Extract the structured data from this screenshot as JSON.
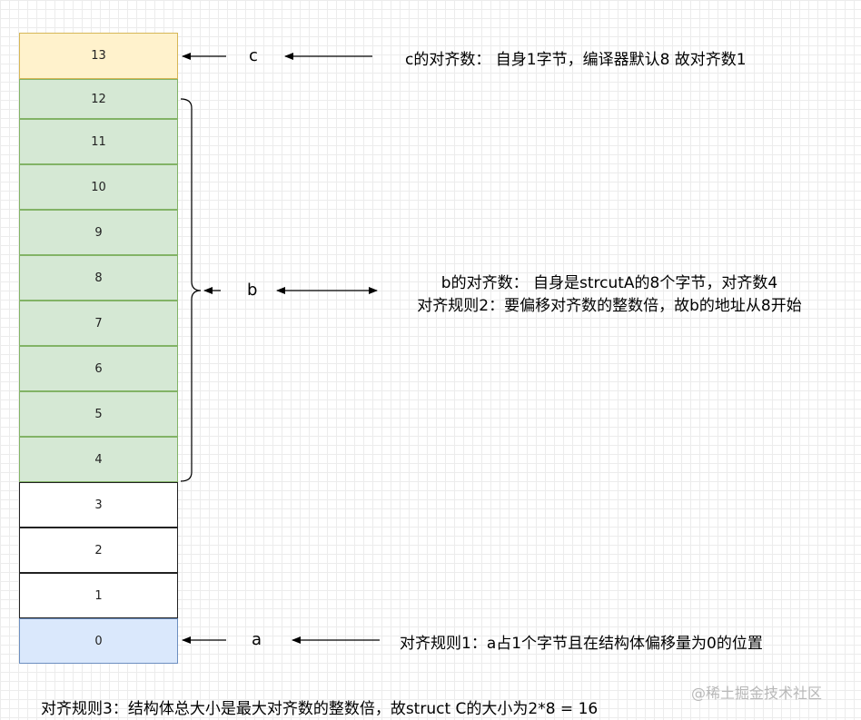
{
  "cells": {
    "c13": "13",
    "b12": "12",
    "b11": "11",
    "b10": "10",
    "b9": "9",
    "b8": "8",
    "b7": "7",
    "b6": "6",
    "b5": "5",
    "b4": "4",
    "p3": "3",
    "p2": "2",
    "p1": "1",
    "a0": "0"
  },
  "labels": {
    "c": "c",
    "b": "b",
    "a": "a"
  },
  "notes": {
    "c": "c的对齐数： 自身1字节，编译器默认8 故对齐数1",
    "b_line1": "b的对齐数： 自身是strcutA的8个字节，对齐数4",
    "b_line2": "对齐规则2：要偏移对齐数的整数倍，故b的地址从8开始",
    "a": "对齐规则1：a占1个字节且在结构体偏移量为0的位置",
    "rule3": "对齐规则3：结构体总大小是最大对齐数的整数倍，故struct C的大小为2*8 = 16"
  },
  "watermark": "@稀土掘金技术社区",
  "colors": {
    "c_fill": "#fff2cc",
    "b_fill": "#d5e8d4",
    "padding_fill": "#ffffff",
    "a_fill": "#dae8fc"
  }
}
